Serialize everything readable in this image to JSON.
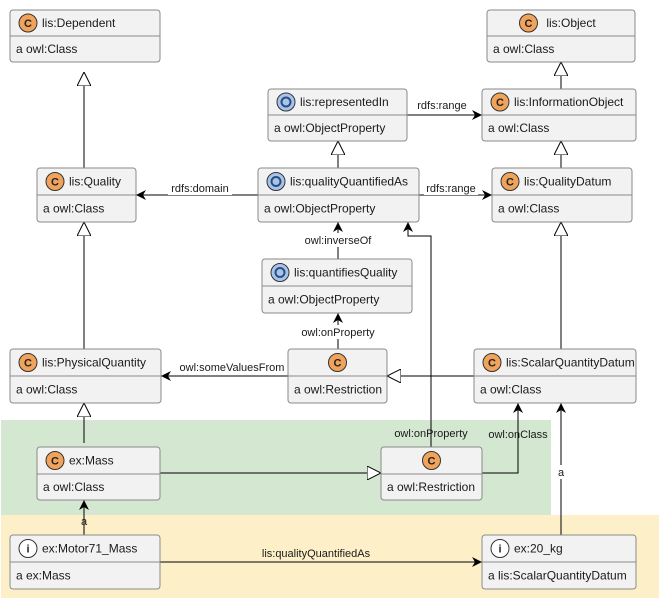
{
  "colors": {
    "class_badge": "#f0a35b",
    "object_property_badge": "#a9c4ea",
    "individual_badge": "#ffffff",
    "box_fill": "#f2f2f2",
    "box_stroke": "#8a8a8a",
    "region_green": "#d3e7d1",
    "region_yellow": "#fdf0c9"
  },
  "nodes": {
    "dependent": {
      "badge": "C",
      "kind": "class",
      "title": "lis:Dependent",
      "body": "a owl:Class"
    },
    "object": {
      "badge": "C",
      "kind": "class",
      "title": "lis:Object",
      "body": "a owl:Class"
    },
    "represented_in": {
      "badge": "O",
      "kind": "objprop",
      "title": "lis:representedIn",
      "body": "a owl:ObjectProperty"
    },
    "information_object": {
      "badge": "C",
      "kind": "class",
      "title": "lis:InformationObject",
      "body": "a owl:Class"
    },
    "quality": {
      "badge": "C",
      "kind": "class",
      "title": "lis:Quality",
      "body": "a owl:Class"
    },
    "quality_quantified_as": {
      "badge": "O",
      "kind": "objprop",
      "title": "lis:qualityQuantifiedAs",
      "body": "a owl:ObjectProperty"
    },
    "quality_datum": {
      "badge": "C",
      "kind": "class",
      "title": "lis:QualityDatum",
      "body": "a owl:Class"
    },
    "quantifies_quality": {
      "badge": "O",
      "kind": "objprop",
      "title": "lis:quantifiesQuality",
      "body": "a owl:ObjectProperty"
    },
    "physical_quantity": {
      "badge": "C",
      "kind": "class",
      "title": "lis:PhysicalQuantity",
      "body": "a owl:Class"
    },
    "restriction1": {
      "badge": "C",
      "kind": "class",
      "title": "",
      "body": "a owl:Restriction"
    },
    "scalar_quantity_datum": {
      "badge": "C",
      "kind": "class",
      "title": "lis:ScalarQuantityDatum",
      "body": "a owl:Class"
    },
    "mass": {
      "badge": "C",
      "kind": "class",
      "title": "ex:Mass",
      "body": "a owl:Class"
    },
    "restriction2": {
      "badge": "C",
      "kind": "class",
      "title": "",
      "body": "a owl:Restriction"
    },
    "motor_mass": {
      "badge": "i",
      "kind": "individual",
      "title": "ex:Motor71_Mass",
      "body": "a ex:Mass"
    },
    "kg20": {
      "badge": "i",
      "kind": "individual",
      "title": "ex:20_kg",
      "body": "a lis:ScalarQuantityDatum"
    }
  },
  "edge_labels": {
    "rdfs_range_top": "rdfs:range",
    "rdfs_domain": "rdfs:domain",
    "rdfs_range": "rdfs:range",
    "inverse_of": "owl:inverseOf",
    "on_property_1": "owl:onProperty",
    "some_values_from": "owl:someValuesFrom",
    "on_property_2": "owl:onProperty",
    "on_class": "owl:onClass",
    "type_a_1": "a",
    "type_a_2": "a",
    "quality_quantified_as": "lis:qualityQuantifiedAs"
  }
}
